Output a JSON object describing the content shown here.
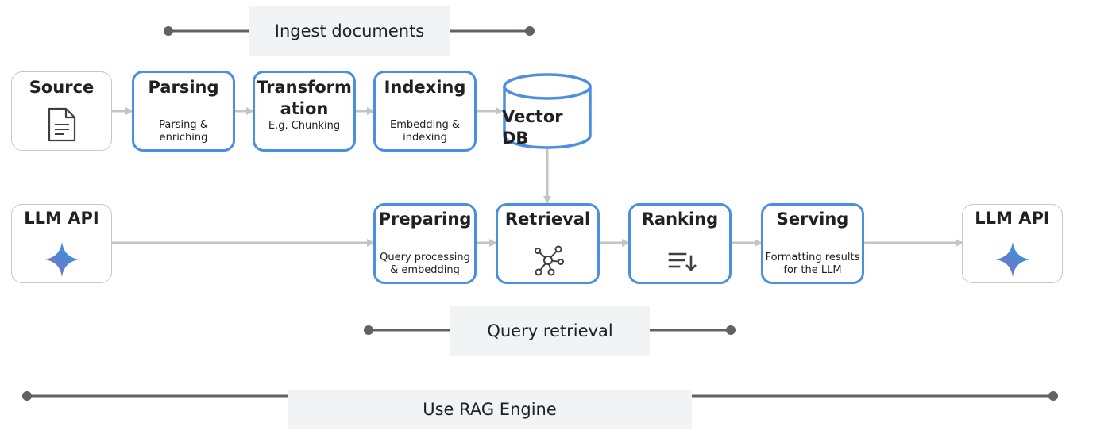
{
  "bands": {
    "ingest": "Ingest documents",
    "query": "Query retrieval",
    "engine": "Use RAG Engine"
  },
  "ingest_row": {
    "source": {
      "title": "Source",
      "icon": "document-icon"
    },
    "parsing": {
      "title": "Parsing",
      "subtitle": "Parsing &\nenriching"
    },
    "transformation": {
      "title": "Transform\nation",
      "subtitle": "E.g. Chunking"
    },
    "indexing": {
      "title": "Indexing",
      "subtitle": "Embedding &\nindexing"
    },
    "vector_db": {
      "title": "Vector DB"
    }
  },
  "query_row": {
    "llm_in": {
      "title": "LLM API",
      "icon": "sparkle-icon"
    },
    "preparing": {
      "title": "Preparing",
      "subtitle": "Query processing\n& embedding"
    },
    "retrieval": {
      "title": "Retrieval",
      "icon": "network-icon"
    },
    "ranking": {
      "title": "Ranking",
      "icon": "sort-icon"
    },
    "serving": {
      "title": "Serving",
      "subtitle": "Formatting results\nfor the LLM"
    },
    "llm_out": {
      "title": "LLM API",
      "icon": "sparkle-icon"
    }
  },
  "colors": {
    "box_border": "#4a8fe0",
    "grey_border": "#c4c7c5",
    "arrow": "#c2c4c6",
    "band_fill": "#f1f3f4",
    "timeline": "#5f6368"
  }
}
